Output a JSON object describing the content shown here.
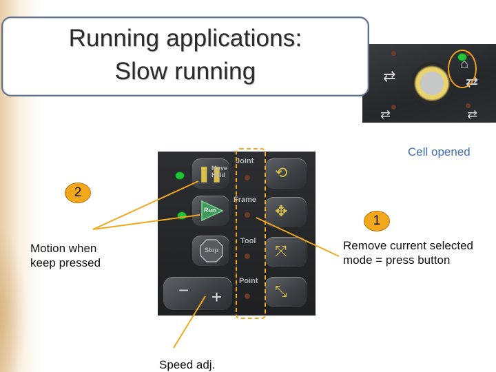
{
  "slide": {
    "title_line1": "Running applications:",
    "title_line2": "Slow running"
  },
  "annotations": {
    "cell_opened": "Cell opened",
    "step1_number": "1",
    "step1_text_line1": "Remove current selected",
    "step1_text_line2": "mode = press button",
    "step2_number": "2",
    "step2_text_line1": "Motion when",
    "step2_text_line2": "keep pressed",
    "speed_label": "Speed adj."
  },
  "keypad": {
    "move_hold_line1": "Move",
    "move_hold_line2": "Hold",
    "run_label": "Run",
    "stop_label": "Stop",
    "minus_label": "−",
    "plus_label": "+",
    "mode_joint": "Joint",
    "mode_frame": "Frame",
    "mode_tool": "Tool",
    "mode_point": "Point"
  },
  "colors": {
    "callout_orange": "#f2a71c",
    "indicator_green": "#22c33a",
    "note_blue": "#3f6fb2"
  }
}
